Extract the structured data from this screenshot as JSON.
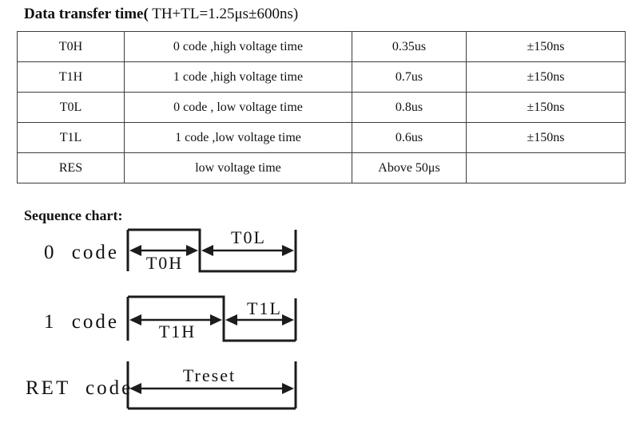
{
  "title": {
    "bold": "Data transfer time(",
    "normal": " TH+TL=1.25μs±600ns)"
  },
  "timing_table": {
    "rows": [
      {
        "symbol": "T0H",
        "description": "0 code ,high voltage time",
        "value": "0.35us",
        "tolerance": "±150ns"
      },
      {
        "symbol": "T1H",
        "description": "1 code ,high voltage time",
        "value": "0.7us",
        "tolerance": "±150ns"
      },
      {
        "symbol": "T0L",
        "description": "0 code , low voltage time",
        "value": "0.8us",
        "tolerance": "±150ns"
      },
      {
        "symbol": "T1L",
        "description": "1 code ,low voltage time",
        "value": "0.6us",
        "tolerance": "±150ns"
      },
      {
        "symbol": "RES",
        "description": "low voltage time",
        "value": "Above 50μs",
        "tolerance": ""
      }
    ]
  },
  "sequence_chart": {
    "heading": "Sequence chart:",
    "zero_code": {
      "label": "0 code",
      "high_label": "T0H",
      "low_label": "T0L"
    },
    "one_code": {
      "label": "1 code",
      "high_label": "T1H",
      "low_label": "T1L"
    },
    "ret_code": {
      "label": "RET code",
      "duration_label": "Treset"
    }
  }
}
